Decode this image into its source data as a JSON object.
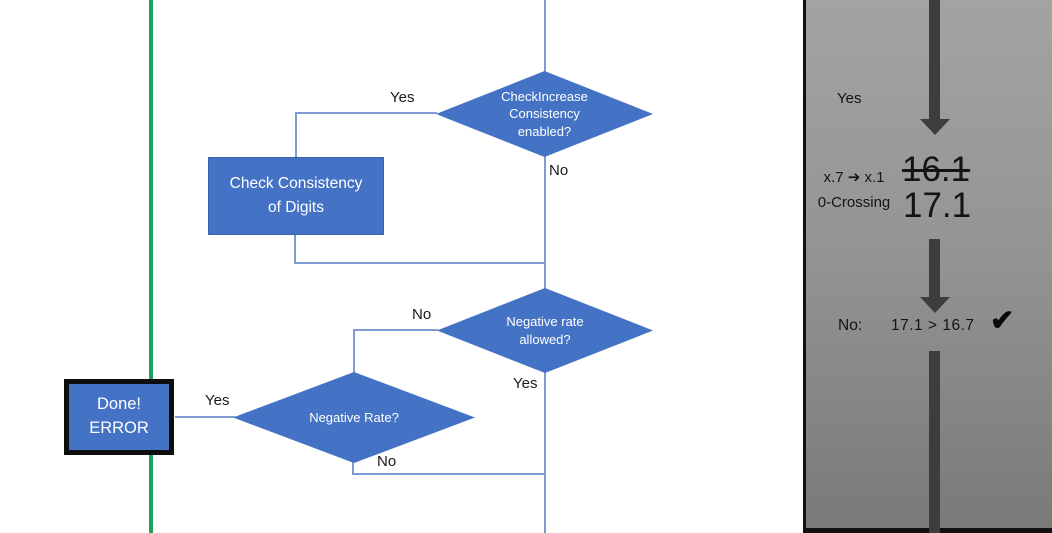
{
  "colors": {
    "shape_blue": "#4472c4",
    "connector_blue": "#7f9bd4",
    "green_line": "#1ba35c",
    "arrow_gray": "#3d3d3d",
    "panel_gray_top": "#a3a3a3",
    "panel_gray_bottom": "#7a7a7a"
  },
  "flowchart": {
    "decision_top_label": "CheckIncrease\nConsistency\nenabled?",
    "branch_top_yes": "Yes",
    "branch_top_no": "No",
    "process_label": "Check Consistency\nof Digits",
    "decision_mid_label": "Negative rate\nallowed?",
    "branch_mid_no": "No",
    "branch_mid_yes": "Yes",
    "decision_low_label": "Negative Rate?",
    "branch_low_yes": "Yes",
    "branch_low_no": "No",
    "terminal_label": "Done!\nERROR"
  },
  "side_panel": {
    "yes_label": "Yes",
    "rule_text": "x.7 ➔ x.1\n0-Crossing",
    "old_value": "16.1",
    "new_value": "17.1",
    "no_label": "No:",
    "comparison": "17.1 > 16.7",
    "checkmark": "✔"
  }
}
